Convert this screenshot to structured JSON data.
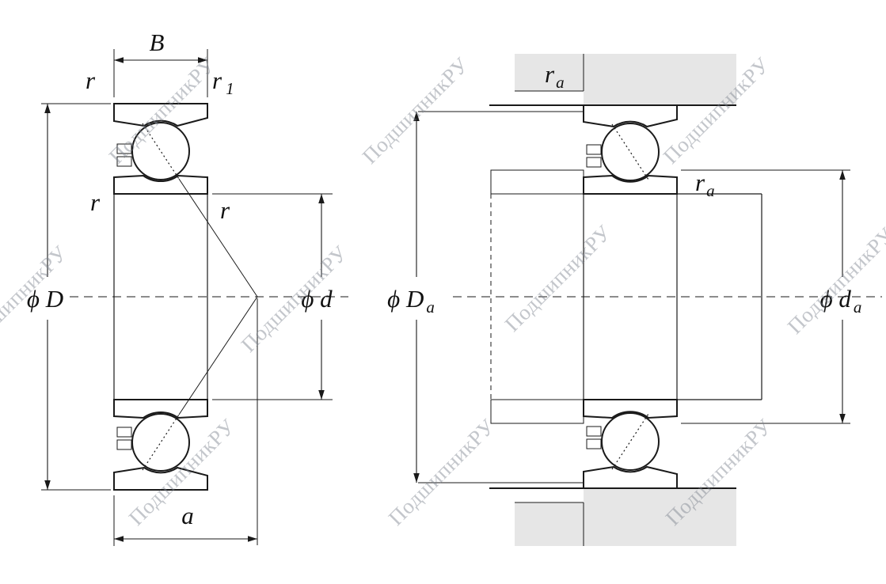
{
  "watermark": {
    "text": "ПодшипникРУ"
  },
  "left_view": {
    "labels": {
      "B": "B",
      "r": "r",
      "r1_base": "r",
      "r1_sub": "1",
      "phi_D": "ϕ D",
      "phi_d": "ϕ d",
      "a": "a"
    }
  },
  "right_view": {
    "labels": {
      "ra_base": "r",
      "ra_sub": "a",
      "phi_Da_base": "ϕ D",
      "phi_Da_sub": "a",
      "phi_da_base": "ϕ d",
      "phi_da_sub": "a"
    }
  },
  "colors": {
    "ring_fill": "#cfe6f3",
    "housing_fill": "#e6e6e6",
    "shoulder_fill": "#b5b5b5",
    "line": "#1a1a1a",
    "watermark": "#9aa0a8"
  }
}
